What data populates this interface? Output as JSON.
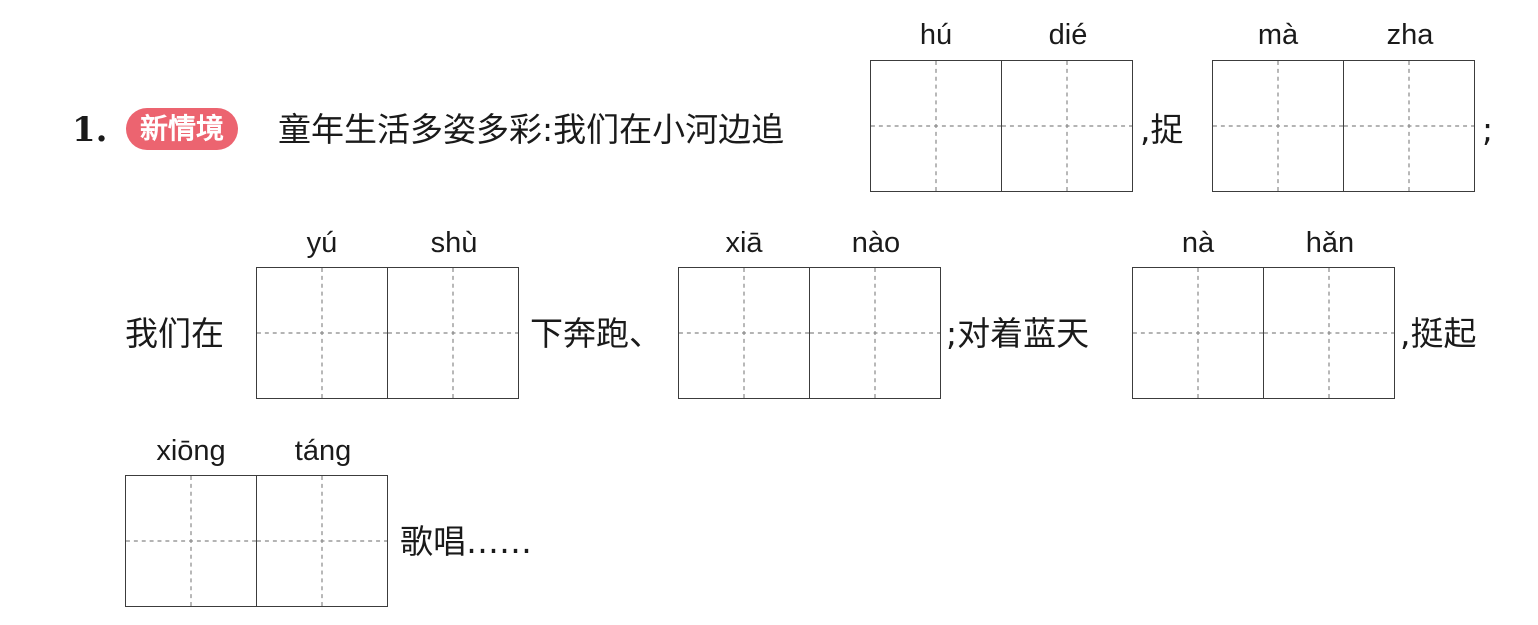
{
  "question": {
    "number": "1.",
    "tag": "新情境",
    "intro": "童年生活多姿多彩:我们在小河边追",
    "segments": {
      "comma_catch": ",捉",
      "semicolon_1": ";",
      "women_zai": "我们在",
      "run_under": "下奔跑、",
      "to_sky": ";对着蓝天",
      "stand_up": ",挺起",
      "sing": "歌唱……"
    },
    "blanks": [
      {
        "pinyin": [
          "hú",
          "dié"
        ]
      },
      {
        "pinyin": [
          "mà",
          "zha"
        ]
      },
      {
        "pinyin": [
          "yú",
          "shù"
        ]
      },
      {
        "pinyin": [
          "xiā",
          "nào"
        ]
      },
      {
        "pinyin": [
          "nà",
          "hǎn"
        ]
      },
      {
        "pinyin": [
          "xiōng",
          "táng"
        ]
      }
    ]
  }
}
